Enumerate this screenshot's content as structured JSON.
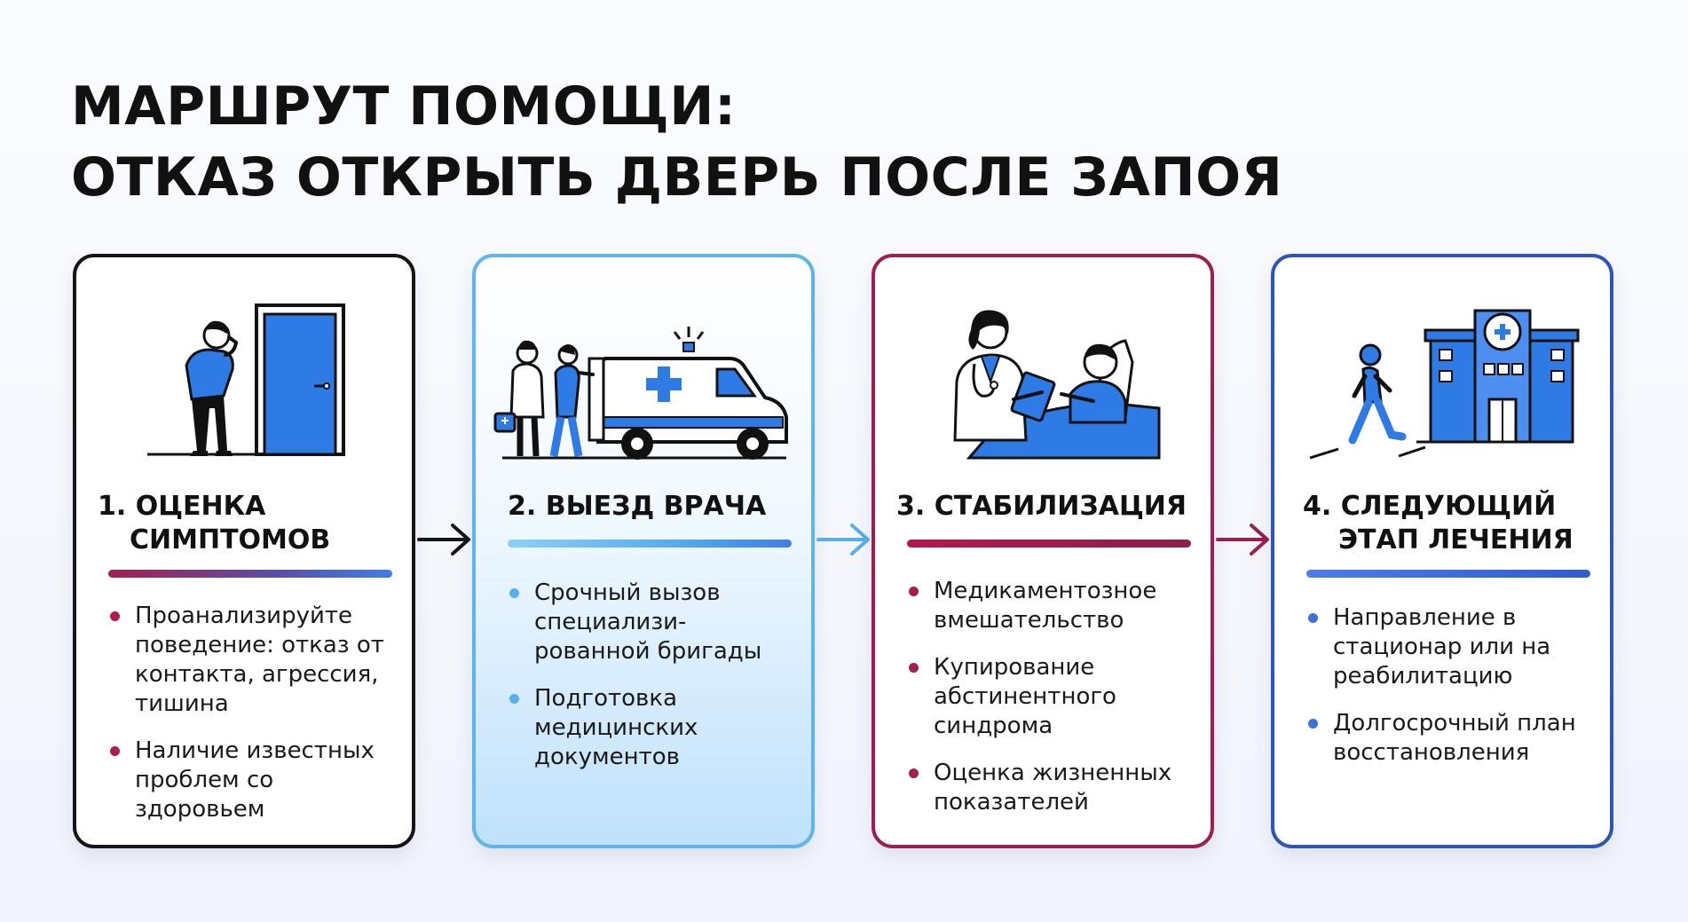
{
  "title": {
    "line1": "МАРШРУТ ПОМОЩИ:",
    "line2": "ОТКАЗ ОТКРЫТЬ ДВЕРЬ ПОСЛЕ ЗАПОЯ"
  },
  "colors": {
    "card1_border": "#151515",
    "card2_border": "#5fb4ec",
    "card3_border": "#9b1f4f",
    "card4_border": "#2b56b8",
    "door_blue": "#2e7be5"
  },
  "steps": [
    {
      "title_line1": "1. ОЦЕНКА",
      "title_line2": "СИМПТОМОВ",
      "icon": "person-at-door-icon",
      "bullets": [
        "Проанализируйте поведение: отказ от контакта, агрессия, тишина",
        "Наличие известных проблем со здоровьем"
      ]
    },
    {
      "title_line1": "2. ВЫЕЗД ВРАЧА",
      "title_line2": "",
      "icon": "ambulance-with-medics-icon",
      "bullets": [
        "Срочный вызов специализи- рованной бригады",
        "Подготовка медицинских документов"
      ]
    },
    {
      "title_line1": "3. СТАБИЛИЗАЦИЯ",
      "title_line2": "",
      "icon": "doctor-with-patient-icon",
      "bullets": [
        "Медикаментозное вмешательство",
        "Купирование абстинентного синдрома",
        "Оценка жизненных показателей"
      ]
    },
    {
      "title_line1": "4. СЛЕДУЮЩИЙ",
      "title_line2": "ЭТАП ЛЕЧЕНИЯ",
      "icon": "hospital-building-icon",
      "bullets": [
        "Направление в стационар или на реабилитацию",
        "Долгосрочный план восстановления"
      ]
    }
  ]
}
